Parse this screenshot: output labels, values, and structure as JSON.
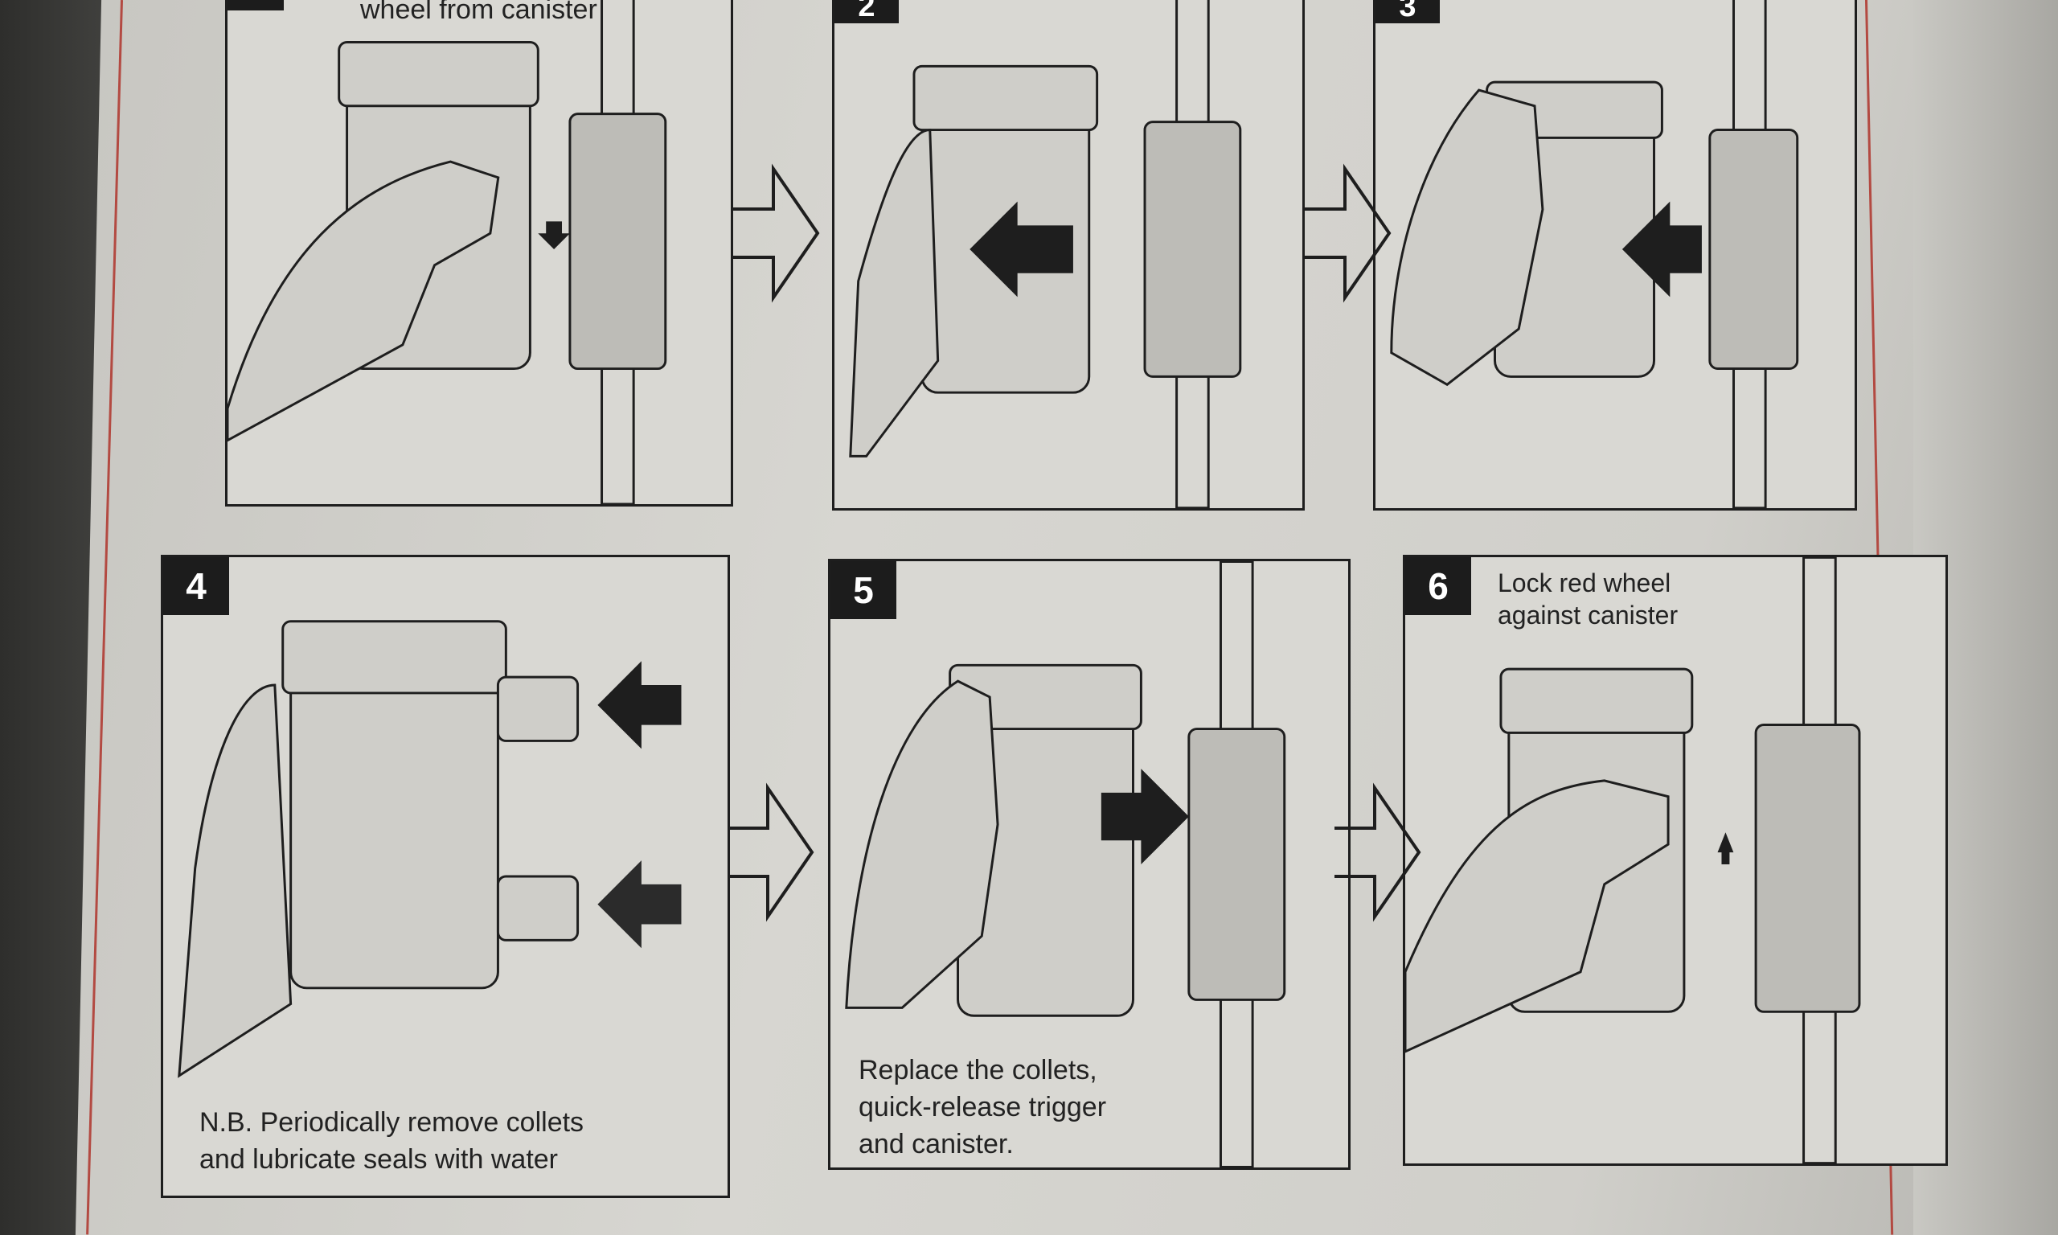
{
  "steps": [
    {
      "number": "",
      "caption": "wheel from canister"
    },
    {
      "number": "2",
      "caption": ""
    },
    {
      "number": "3",
      "caption": ""
    },
    {
      "number": "4",
      "caption": ""
    },
    {
      "number": "5",
      "caption": ""
    },
    {
      "number": "6",
      "caption": "Lock red wheel\nagainst canister"
    }
  ],
  "notes": {
    "nb": "N.B. Periodically remove collets\nand lubricate seals with water",
    "replace": "Replace the collets,\nquick-release trigger\nand canister."
  },
  "colors": {
    "accent": "#b34a42",
    "ink": "#1e1e1e",
    "paper": "#d9d8d3"
  }
}
